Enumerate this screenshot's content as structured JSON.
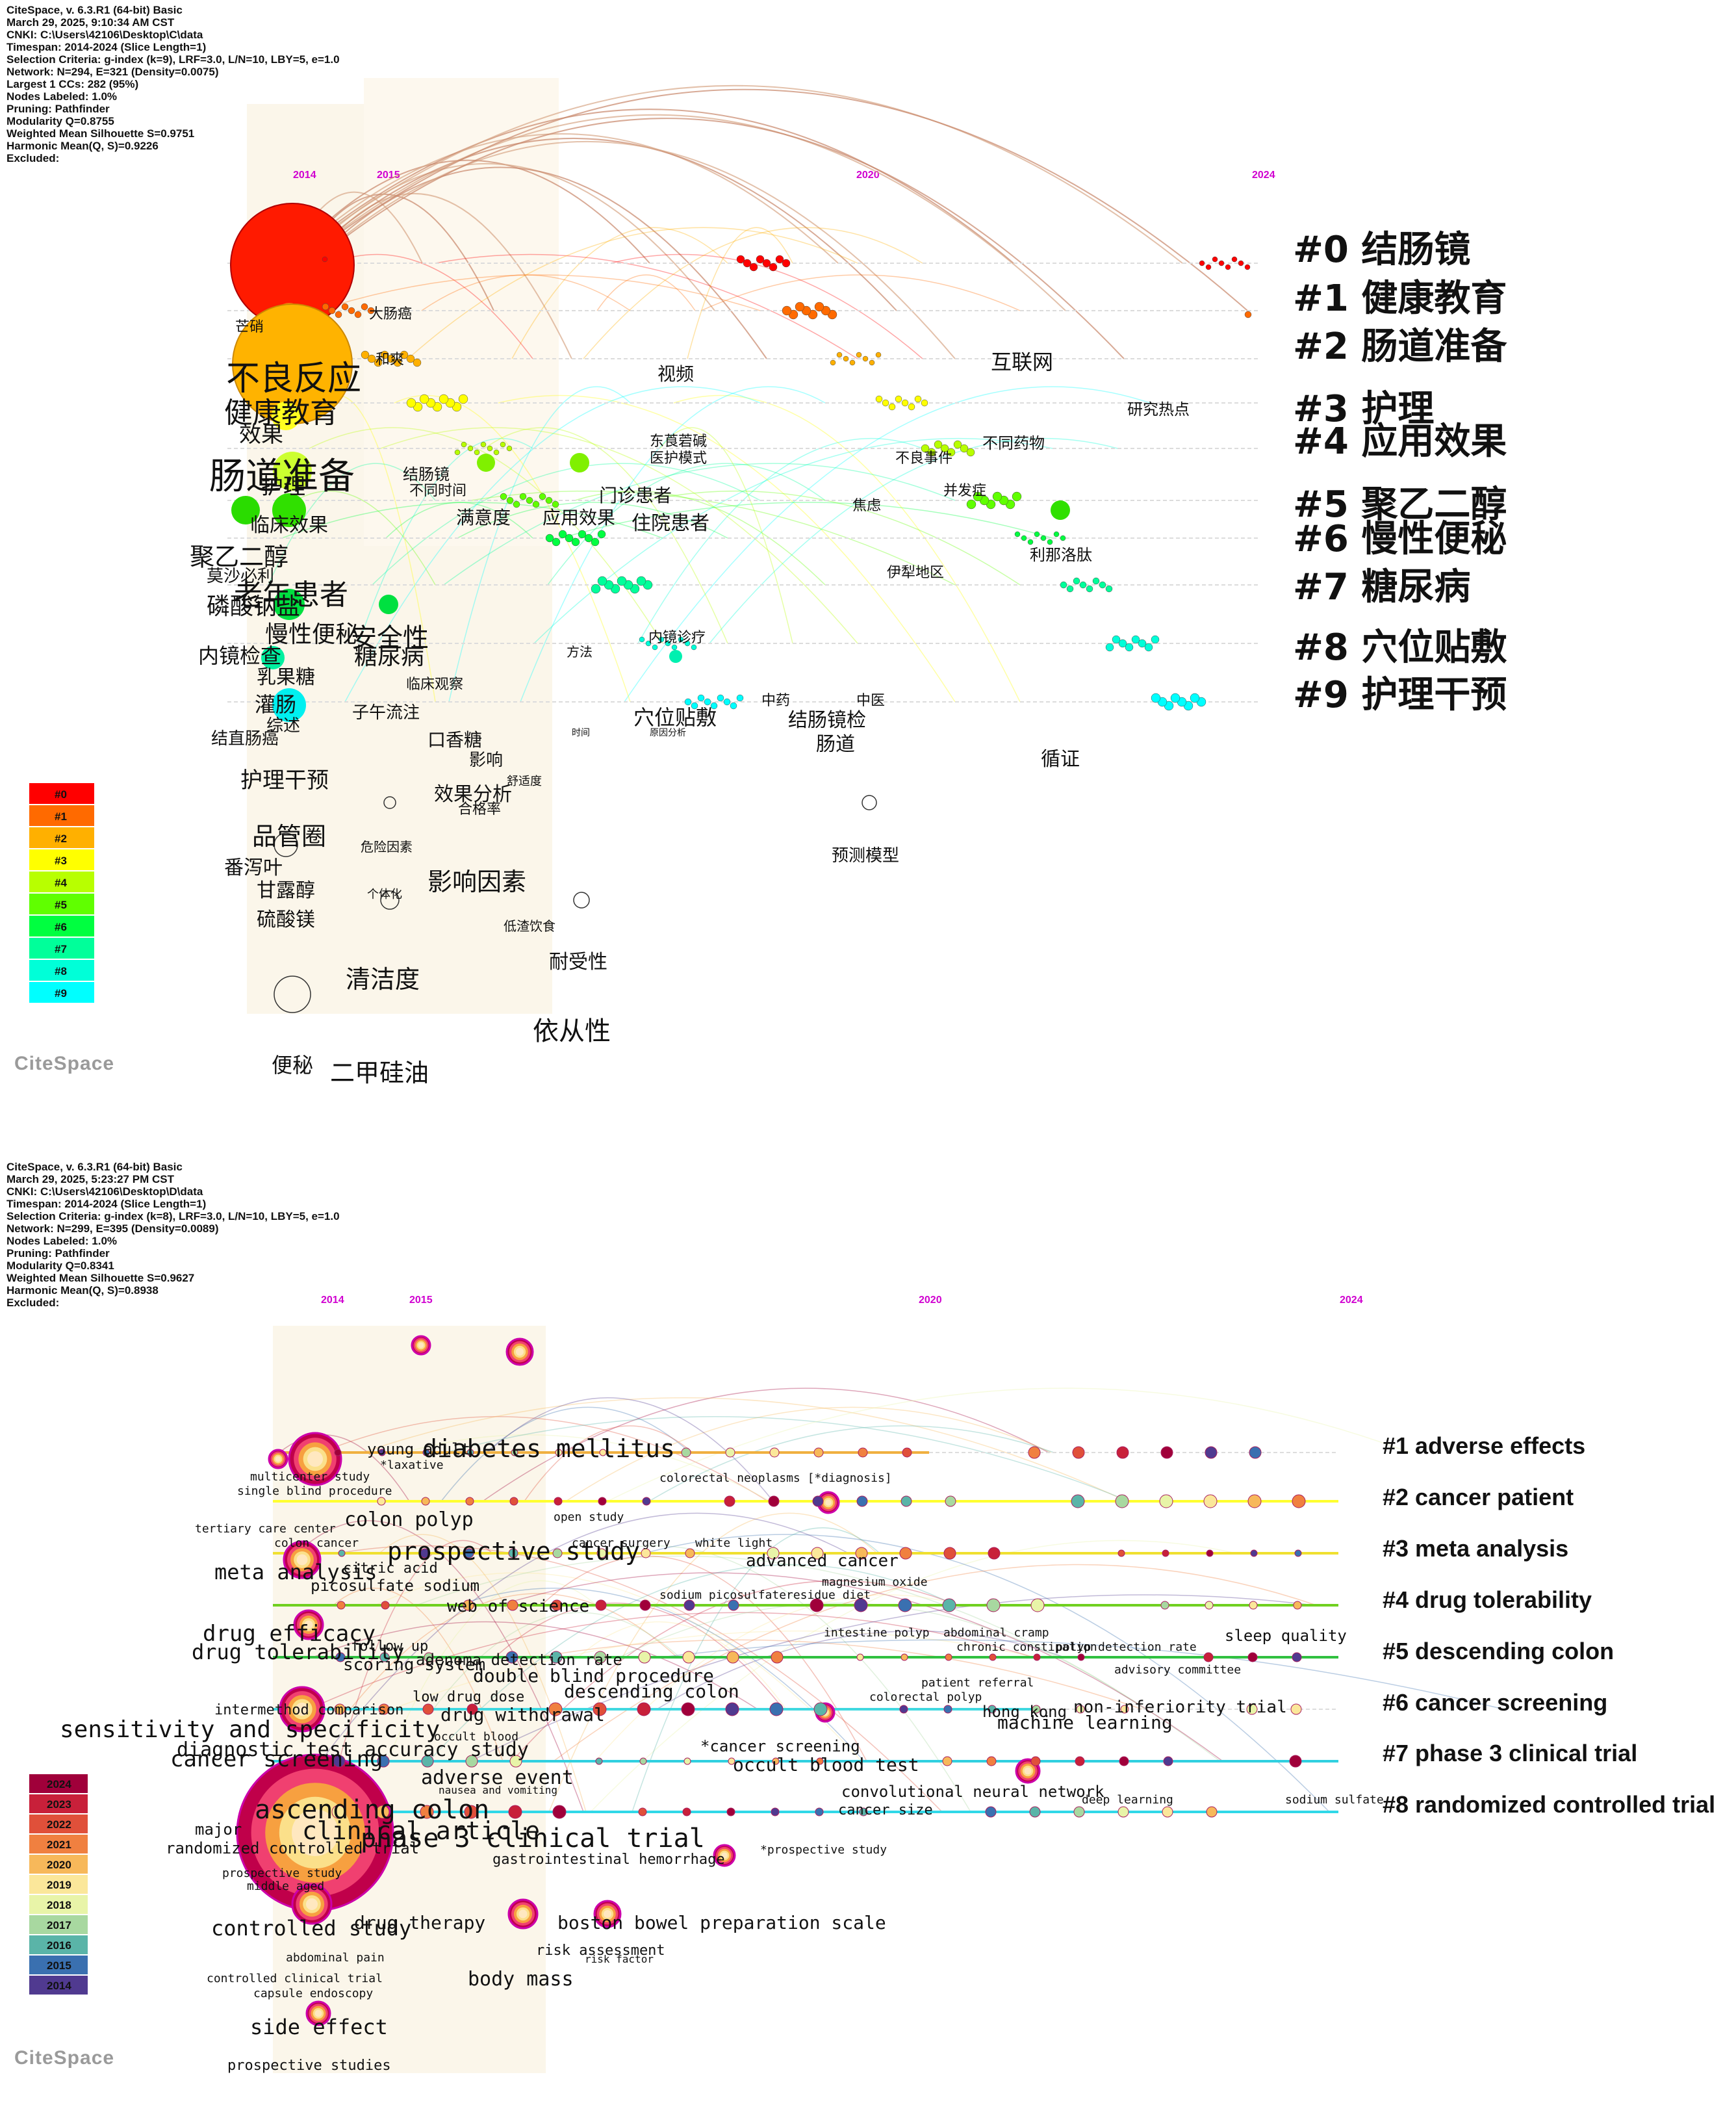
{
  "top": {
    "meta": [
      "CiteSpace, v. 6.3.R1 (64-bit) Basic",
      "March 29, 2025, 9:10:34 AM CST",
      "CNKI: C:\\Users\\42106\\Desktop\\C\\data",
      "Timespan: 2014-2024 (Slice Length=1)",
      "Selection Criteria: g-index (k=9), LRF=3.0, L/N=10, LBY=5, e=1.0",
      "Network: N=294, E=321 (Density=0.0075)",
      "Largest 1 CCs: 282 (95%)",
      "Nodes Labeled: 1.0%",
      "Pruning: Pathfinder",
      "Modularity Q=0.8755",
      "Weighted Mean Silhouette S=0.9751",
      "Harmonic Mean(Q, S)=0.9226",
      "Excluded:"
    ],
    "years": [
      "2014",
      "2015",
      "2020",
      "2024"
    ],
    "clusters": [
      "#0 结肠镜",
      "#1 健康教育",
      "#2 肠道准备",
      "#3 护理",
      "#4 应用效果",
      "#5 聚乙二醇",
      "#6 慢性便秘",
      "#7 糖尿病",
      "#8 穴位贴敷",
      "#9 护理干预"
    ],
    "legend": [
      "#0",
      "#1",
      "#2",
      "#3",
      "#4",
      "#5",
      "#6",
      "#7",
      "#8",
      "#9"
    ],
    "legend_colors": [
      "#ff0000",
      "#ff6a00",
      "#ffb000",
      "#ffff00",
      "#b8ff00",
      "#60ff00",
      "#00ff40",
      "#00ff9a",
      "#00ffd8",
      "#00ffff"
    ],
    "labels_big": [
      "不良反应",
      "健康教育",
      "效果",
      "肠道准备",
      "护理",
      "临床效果",
      "聚乙二醇",
      "老年患者",
      "磷酸钠盐",
      "慢性便秘",
      "安全性",
      "内镜检查",
      "糖尿病",
      "乳果糖",
      "灌肠",
      "护理干预",
      "品管圈",
      "影响因素",
      "清洁度",
      "依从性",
      "二甲硅油",
      "视频",
      "互联网",
      "满意度",
      "应用效果",
      "门诊患者",
      "住院患者",
      "穴位贴敷",
      "结肠镜检",
      "肠道",
      "效果分析",
      "循证",
      "预测模型",
      "便秘",
      "番泻叶",
      "甘露醇",
      "硫酸镁",
      "口香糖",
      "耐受性",
      "影响",
      "研究热点"
    ],
    "labels_small": [
      "大肠癌",
      "和爽",
      "芒硝",
      "不同时间",
      "结肠镜",
      "莫沙必利",
      "综述",
      "结直肠癌",
      "子午流注",
      "临床观察",
      "危险因素",
      "个体化",
      "低渣饮食",
      "合格率",
      "内镜诊疗",
      "方法",
      "中药",
      "中医",
      "焦虑",
      "不良事件",
      "并发症",
      "伊犁地区",
      "利那洛肽",
      "东莨菪碱",
      "医护模式",
      "不同药物",
      "舒适度",
      "时间",
      "原因分析"
    ]
  },
  "bottom": {
    "meta": [
      "CiteSpace, v. 6.3.R1 (64-bit) Basic",
      "March 29, 2025, 5:23:27 PM CST",
      "CNKI: C:\\Users\\42106\\Desktop\\D\\data",
      "Timespan: 2014-2024 (Slice Length=1)",
      "Selection Criteria: g-index (k=8), LRF=3.0, L/N=10, LBY=5, e=1.0",
      "Network: N=299, E=395 (Density=0.0089)",
      "Nodes Labeled: 1.0%",
      "Pruning: Pathfinder",
      "Modularity Q=0.8341",
      "Weighted Mean Silhouette S=0.9627",
      "Harmonic Mean(Q, S)=0.8938",
      "Excluded:"
    ],
    "years": [
      "2014",
      "2015",
      "2020",
      "2024"
    ],
    "clusters": [
      "#1 adverse effects",
      "#2 cancer patient",
      "#3 meta analysis",
      "#4 drug tolerability",
      "#5 descending colon",
      "#6 cancer screening",
      "#7 phase 3 clinical trial",
      "#8 randomized controlled trial"
    ],
    "legend": [
      "2024",
      "2023",
      "2022",
      "2021",
      "2020",
      "2019",
      "2018",
      "2017",
      "2016",
      "2015",
      "2014"
    ],
    "legend_colors": [
      "#a0003a",
      "#c8203a",
      "#e0503a",
      "#f08040",
      "#f7b85a",
      "#fbe79a",
      "#e8f4a8",
      "#a8d8a0",
      "#5ab4a8",
      "#3a70b0",
      "#503a90"
    ],
    "labels_big": [
      "diabetes mellitus",
      "colon polyp",
      "prospective study",
      "meta analysis",
      "drug efficacy",
      "drug tolerability",
      "sensitivity and specificity",
      "cancer screening",
      "diagnostic test accuracy study",
      "adverse event",
      "ascending colon",
      "clinical article",
      "phase 3 clinical trial",
      "controlled study",
      "side effect",
      "advanced cancer",
      "double blind procedure",
      "descending colon",
      "drug withdrawal",
      "occult blood test",
      "boston bowel preparation scale",
      "body mass",
      "drug therapy",
      "machine learning",
      "non-inferiority trial",
      "sleep quality",
      "web of science",
      "young adult",
      "scoring system",
      "picosulfate sodium"
    ],
    "labels_small": [
      "multicenter study",
      "single blind procedure",
      "tertiary care center",
      "colon cancer",
      "open study",
      "colorectal neoplasms [*diagnosis]",
      "cancer surgery",
      "white light",
      "magnesium oxide",
      "sodium picosulfate",
      "residue diet",
      "intestine polyp",
      "abdominal cramp",
      "chronic constipation",
      "polyp detection rate",
      "advisory committee",
      "patient referral",
      "colorectal polyp",
      "hong kong",
      "intermethod comparison",
      "low drug dose",
      "occult blood",
      "*cancer screening",
      "convolutional neural network",
      "deep learning",
      "cancer size",
      "sodium sulfate",
      "major",
      "randomized controlled trial",
      "prospective study",
      "middle aged",
      "gastrointestinal hemorrhage",
      "*prospective study",
      "risk assessment",
      "risk factor",
      "abdominal pain",
      "controlled clinical trial",
      "capsule endoscopy",
      "prospective studies",
      "nausea and vomiting",
      "follow up",
      "adenoma detection rate",
      "citric acid",
      "*laxative"
    ]
  },
  "logo_text": "CiteSpace"
}
